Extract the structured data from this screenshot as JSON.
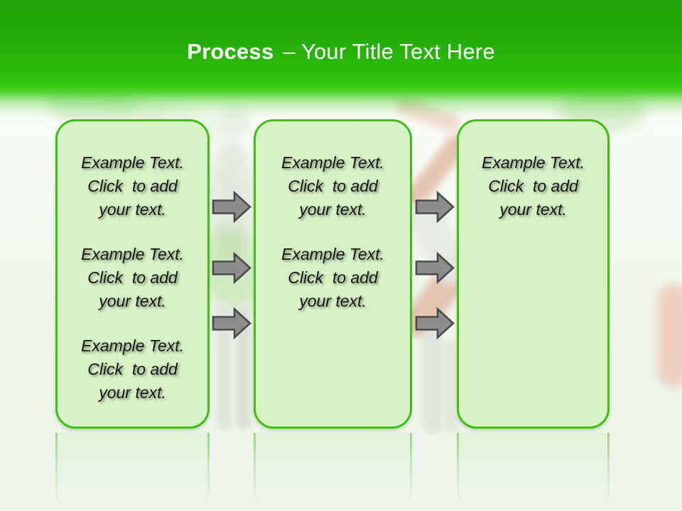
{
  "slide": {
    "title": {
      "keyword": "Process",
      "rest": "– Your Title Text Here"
    }
  },
  "boxes": [
    {
      "id": "step-1",
      "blocks": [
        {
          "lines": [
            "Example Text.",
            "Click  to add",
            "your text."
          ]
        },
        {
          "lines": [
            "Example Text.",
            "Click  to add",
            "your text."
          ]
        },
        {
          "lines": [
            "Example Text.",
            "Click  to add",
            "your text."
          ]
        }
      ]
    },
    {
      "id": "step-2",
      "blocks": [
        {
          "lines": [
            "Example Text.",
            "Click  to add",
            "your text."
          ]
        },
        {
          "lines": [
            "Example Text.",
            "Click  to add",
            "your text."
          ]
        }
      ]
    },
    {
      "id": "step-3",
      "blocks": [
        {
          "lines": [
            "Example Text.",
            "Click  to add",
            "your text."
          ]
        }
      ]
    }
  ],
  "arrows": {
    "direction": "right",
    "between_box1_and_box2": 3,
    "between_box2_and_box3": 3
  },
  "colors": {
    "header_green_top": "#21a006",
    "header_green_bottom": "#33ca0e",
    "box_fill": "#d7f3c6",
    "box_border": "#3fbe18",
    "arrow_fill": "#8d8d8d",
    "arrow_border": "#4b4b4b",
    "title_text": "#ffffff",
    "body_text": "#161616"
  }
}
